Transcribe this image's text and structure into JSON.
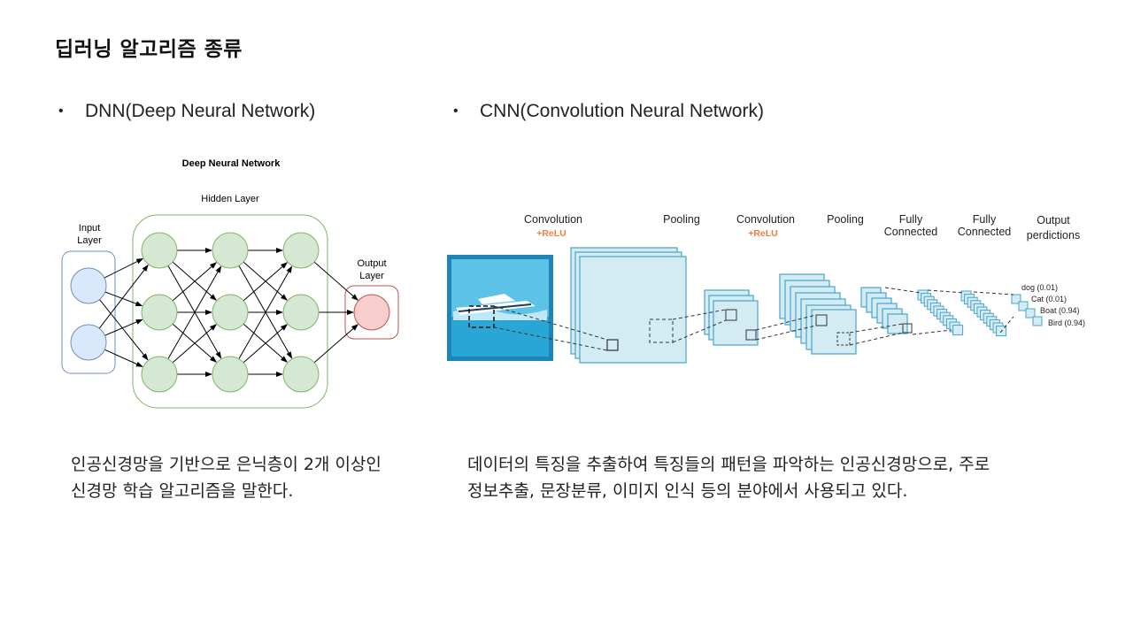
{
  "slide": {
    "title": "딥러닝 알고리즘 종류",
    "bullet_dnn": "DNN(Deep Neural Network)",
    "bullet_cnn": "CNN(Convolution Neural Network)",
    "bullet_symbol": "•",
    "desc_dnn_line1": "인공신경망을 기반으로 은닉층이 2개 이상인",
    "desc_dnn_line2": "신경망 학습 알고리즘을 말한다.",
    "desc_cnn_line1": "데이터의 특징을 추출하여 특징들의 패턴을 파악하는 인공신경망으로, 주로",
    "desc_cnn_line2": "정보추출, 문장분류, 이미지 인식 등의 분야에서 사용되고 있다."
  },
  "dnn_diagram": {
    "title": "Deep Neural Network",
    "hidden_label": "Hidden Layer",
    "input_label_1": "Input",
    "input_label_2": "Layer",
    "output_label_1": "Output",
    "output_label_2": "Layer",
    "colors": {
      "input_node": "#dae8fc",
      "input_stroke": "#6c8ebf",
      "hidden_node": "#d5e8d4",
      "hidden_stroke": "#82b366",
      "output_node": "#f8cecc",
      "output_stroke": "#b85450"
    }
  },
  "cnn_diagram": {
    "stage_1": "Convolution",
    "stage_1_sub": "+ReLU",
    "stage_2": "Pooling",
    "stage_3": "Convolution",
    "stage_3_sub": "+ReLU",
    "stage_4": "Pooling",
    "stage_5_1": "Fully",
    "stage_5_2": "Connected",
    "stage_6_1": "Fully",
    "stage_6_2": "Connected",
    "stage_7_1": "Output",
    "stage_7_2": "perdictions",
    "out_dog": "dog (0.01)",
    "out_cat": "Cat (0.01)",
    "out_boat": "Boat (0.94)",
    "out_bird": "Bird (0.94)",
    "colors": {
      "relu": "#f07f3c",
      "map_fill": "#d3ecf4",
      "map_stroke": "#4aa3c8",
      "image_bg": "#2b9fd2"
    }
  }
}
